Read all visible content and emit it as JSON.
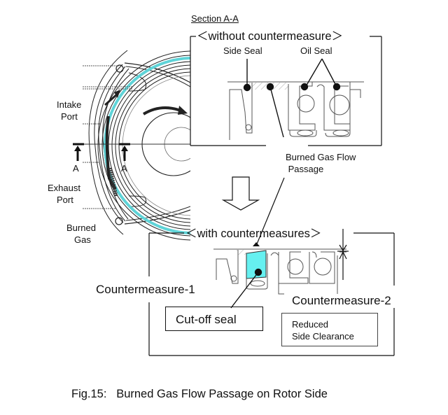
{
  "figure": {
    "caption": "Fig.15:   Burned Gas Flow Passage on Rotor Side",
    "section_label": "Section A-A"
  },
  "rotor_view": {
    "labels": {
      "intake_port": [
        "Intake",
        "Port"
      ],
      "exhaust_port": [
        "Exhaust",
        "Port"
      ],
      "burned_gas": [
        "Burned",
        "Gas"
      ],
      "section_mark_left": "A",
      "section_mark_right": "A"
    },
    "highlight_color": "#5fd4d8"
  },
  "without_panel": {
    "title": "＜without countermeasure＞",
    "side_seal_label": "Side Seal",
    "oil_seal_label": "Oil Seal",
    "flow_passage_label": [
      "Burned Gas Flow",
      " Passage"
    ]
  },
  "with_panel": {
    "title": "＜with countermeasures＞",
    "countermeasure_1": "Countermeasure-1",
    "countermeasure_2": "Countermeasure-2",
    "cutoff_seal_label": "Cut-off seal",
    "reduced_clearance_label": [
      "Reduced",
      "Side Clearance"
    ],
    "cutoff_seal_color": "#66f0f0"
  }
}
